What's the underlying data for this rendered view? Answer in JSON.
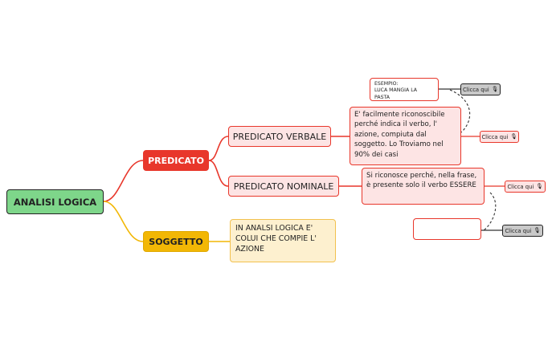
{
  "root": {
    "label": "ANALISI LOGICA"
  },
  "branches": {
    "predicato": {
      "label": "PREDICATO"
    },
    "soggetto": {
      "label": "SOGGETTO"
    }
  },
  "predicato_verbale": {
    "label": "PREDICATO VERBALE",
    "description": "E' facilmente riconoscibile perché indica il verbo, l' azione, compiuta dal soggetto. Lo Troviamo nel 90% dei casi"
  },
  "predicato_nominale": {
    "label": "PREDICATO NOMINALE",
    "description": "Si riconosce perché, nella frase, è presente solo il verbo ESSERE"
  },
  "soggetto_desc": "IN ANALSI LOGICA E' COLUI CHE COMPIE L' AZIONE",
  "esempio": {
    "line1": "ESEMPIO:",
    "line2": "LUCA MANGIA LA PASTA"
  },
  "buttons": {
    "clicca_label": "Clicca qui",
    "mic_icon": "🎙"
  },
  "colors": {
    "root": "#7ed68a",
    "predicato": "#e8372b",
    "soggetto": "#f2b705",
    "predicato_light": "#fde4e4",
    "soggetto_light": "#fdf0cf"
  }
}
